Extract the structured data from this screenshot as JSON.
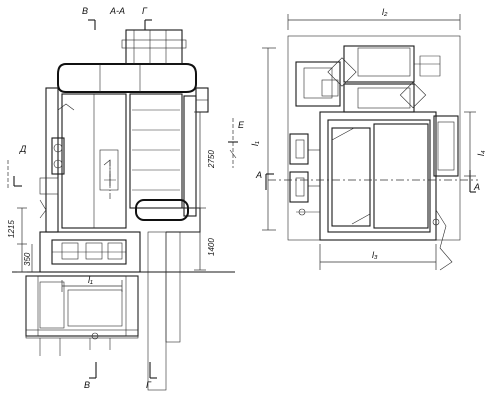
{
  "front_view": {
    "section_marks": {
      "b_top": "В",
      "aa": "А-А",
      "g_top": "Г",
      "b_bottom": "В",
      "g_bottom": "Г",
      "d_left": "Д",
      "e_right": "Е"
    },
    "dimensions": {
      "h_2750": "2750",
      "h_1400": "1400",
      "h_1215": "1215",
      "h_350": "350",
      "len_l1": "l₁"
    }
  },
  "plan_view": {
    "section_marks": {
      "a_left": "А",
      "a_right": "А"
    },
    "dimensions": {
      "len_l1": "l₁",
      "len_l2": "l₂",
      "len_l3": "l₃",
      "len_l4": "l₄"
    }
  }
}
